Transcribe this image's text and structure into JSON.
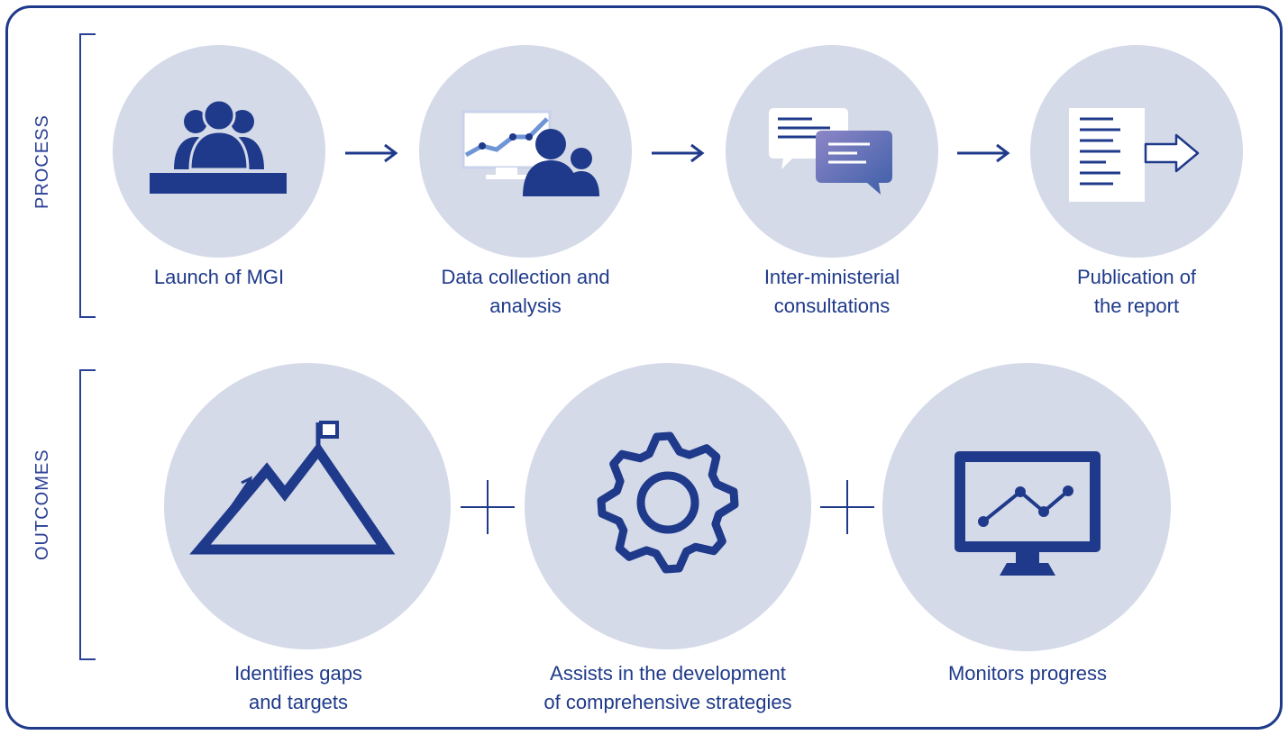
{
  "sections": {
    "process_label": "PROCESS",
    "outcomes_label": "OUTCOMES"
  },
  "process_steps": [
    {
      "line1": "Launch of MGI",
      "line2": "",
      "icon": "meeting-people-icon"
    },
    {
      "line1": "Data collection and",
      "line2": "analysis",
      "icon": "data-analysis-icon"
    },
    {
      "line1": "Inter-ministerial",
      "line2": "consultations",
      "icon": "chat-bubbles-icon"
    },
    {
      "line1": "Publication of",
      "line2": "the report",
      "icon": "document-arrow-icon"
    }
  ],
  "outcomes": [
    {
      "line1": "Identifies gaps",
      "line2": "and targets",
      "icon": "mountain-flag-icon"
    },
    {
      "line1": "Assists in the development",
      "line2": "of comprehensive strategies",
      "icon": "gear-icon"
    },
    {
      "line1": "Monitors progress",
      "line2": "",
      "icon": "monitor-chart-icon"
    }
  ],
  "colors": {
    "primary": "#1f3a8a",
    "circle": "#d5dae9",
    "light_blue": "#6f95d6"
  }
}
